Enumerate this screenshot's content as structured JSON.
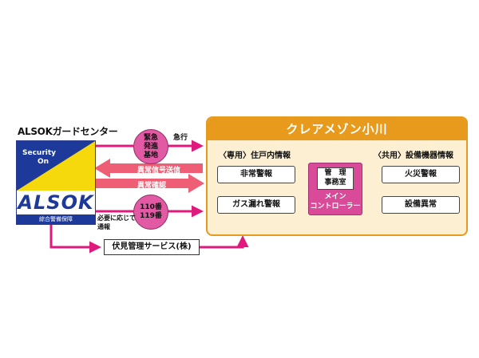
{
  "center": {
    "title": "ALSOKガードセンター",
    "logo_line1": "Security",
    "logo_line2": "On",
    "logo_brand": "ALSOK",
    "logo_sub": "綜合警備保障"
  },
  "panel": {
    "title": "クレアメゾン小川",
    "left_section": "〈専用〉住戸内情報",
    "right_section": "〈共用〉設備機器情報",
    "left_items": [
      "非常警報",
      "ガス漏れ警報"
    ],
    "right_items": [
      "火災警報",
      "設備異常"
    ],
    "management_line1": "管　理",
    "management_line2": "事務室",
    "management_sub1": "メイン",
    "management_sub2": "コントローラー"
  },
  "flow": {
    "dispatch_circle": [
      "緊急",
      "発進",
      "基地"
    ],
    "dispatch_label": "急行",
    "signal_label": "異常信号送信",
    "confirm_label": "異常確認",
    "phone_circle": [
      "110番",
      "119番"
    ],
    "notify_line1": "必要に応じて",
    "notify_line2": "通報",
    "company": "伏見管理サービス(株)"
  },
  "colors": {
    "magenta": "#e0197d",
    "orange": "#e89a1d",
    "band": "#ee5e74",
    "navy": "#1d3a9a",
    "yellow": "#f5d90c"
  }
}
